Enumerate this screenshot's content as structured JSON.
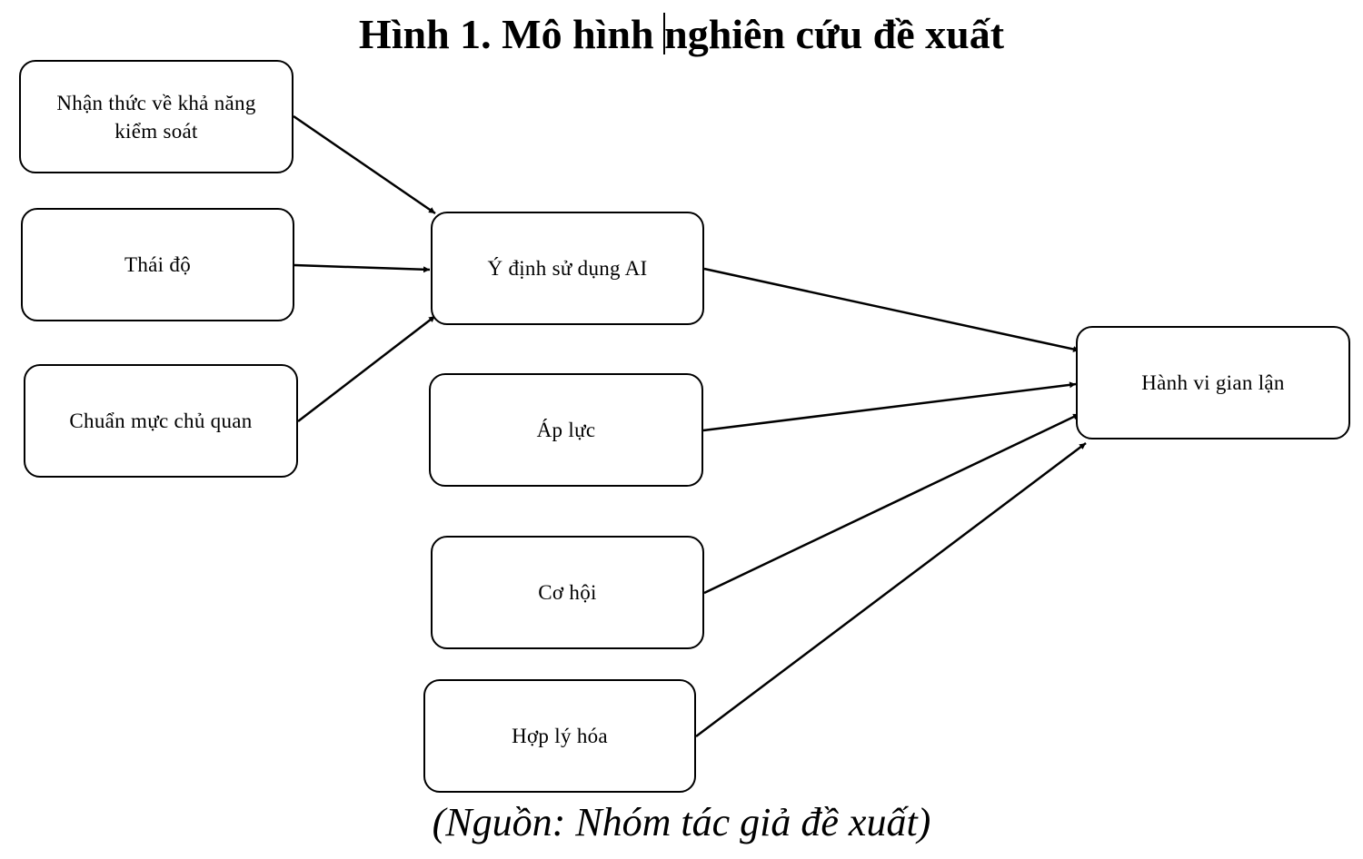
{
  "title": {
    "before_cursor": "Hình 1. Mô hình ",
    "after_cursor": "nghiên cứu đề xuất"
  },
  "nodes": {
    "perceived_control": "Nhận thức về khả năng kiểm soát",
    "attitude": "Thái độ",
    "subjective_norm": "Chuẩn mực chủ quan",
    "intention": "Ý định sử dụng AI",
    "pressure": "Áp lực",
    "opportunity": "Cơ hội",
    "rationalization": "Hợp lý hóa",
    "fraud_behavior": "Hành vi gian lận"
  },
  "caption": "(Nguồn: Nhóm tác giả đề xuất)",
  "colors": {
    "line": "#000000",
    "background": "#ffffff"
  }
}
